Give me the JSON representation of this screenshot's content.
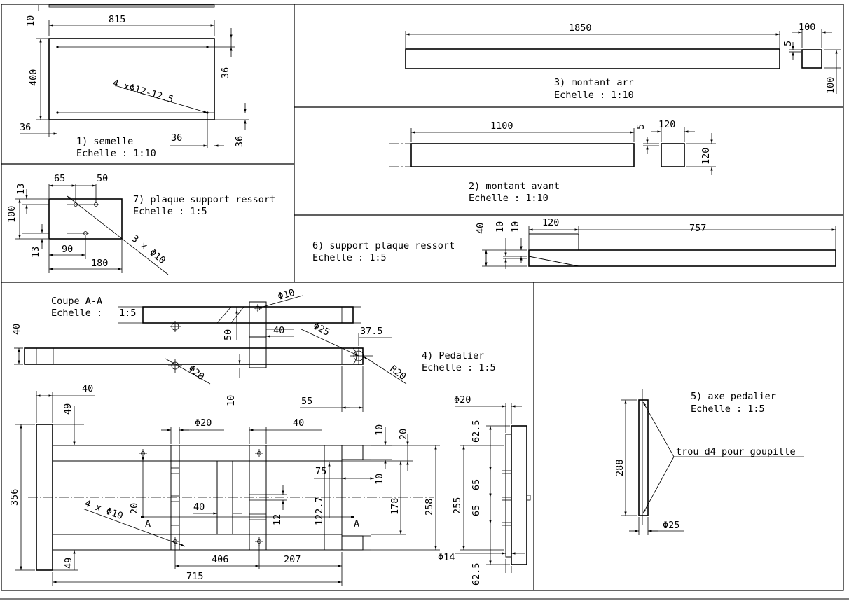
{
  "views": {
    "semelle": {
      "title": "1) semelle",
      "scale": "Echelle :  1:10",
      "dims": {
        "width": "815",
        "height": "400",
        "top": "10",
        "left": "36",
        "bottom": "36",
        "right_top": "36",
        "right_bottom": "36"
      },
      "holes_note": "4 xΦ12-12.5"
    },
    "montant_arr": {
      "title": "3) montant arr",
      "scale": "Echelle :  1:10",
      "dims": {
        "length": "1850",
        "section_w": "100",
        "section_h": "100",
        "wall": "5"
      }
    },
    "montant_avant": {
      "title": "2) montant avant",
      "scale": "Echelle :  1:10",
      "dims": {
        "length": "1100",
        "section_w": "120",
        "section_h": "120",
        "wall": "5"
      }
    },
    "plaque": {
      "title": "7) plaque support ressort",
      "scale": "Echelle :  1:5",
      "dims": {
        "d65": "65",
        "d50": "50",
        "d13a": "13",
        "d100": "100",
        "d13b": "13",
        "d90": "90",
        "d180": "180"
      },
      "holes_note": "3 x Φ10"
    },
    "support": {
      "title": "6) support plaque ressort",
      "scale": "Echelle :  1:5",
      "dims": {
        "d40": "40",
        "d10a": "10",
        "d10b": "10",
        "d120": "120",
        "d757": "757"
      }
    },
    "pedalier": {
      "title": "4) Pedalier",
      "scale": "Echelle :  1:5",
      "section_title": "Coupe A-A",
      "section_scale": "Echelle :",
      "section_ratio": "1:5",
      "dims": {
        "phi10": "Φ10",
        "d40_sec": "40",
        "phi25": "Φ25",
        "d37_5": "37.5",
        "d50": "50",
        "d40_side": "40",
        "phi20_side": "Φ20",
        "r20": "R20",
        "d10_side": "10",
        "d55": "55",
        "d40_top": "40",
        "d49_top": "49",
        "phi20_top": "Φ20",
        "d40_mid": "40",
        "d10_r1": "10",
        "d20_r": "20",
        "d75": "75",
        "d10_r2": "10",
        "d356": "356",
        "d20_l": "20",
        "d40_in": "40",
        "d122_7": "122.7",
        "d12": "12",
        "d178": "178",
        "d258": "258",
        "d255": "255",
        "holes4": "4 x Φ10",
        "d49_bot": "49",
        "d406": "406",
        "d207": "207",
        "d715": "715",
        "cut_a1": "A",
        "cut_a2": "A",
        "phi20_axe": "Φ20",
        "d62_5a": "62.5",
        "d65a": "65",
        "d65b": "65",
        "phi14": "Φ14",
        "d62_5b": "62.5"
      }
    },
    "axe": {
      "title": "5) axe pedalier",
      "scale": "Echelle :  1:5",
      "note": "trou d4 pour goupille",
      "dims": {
        "length": "288",
        "diameter": "Φ25"
      }
    }
  }
}
